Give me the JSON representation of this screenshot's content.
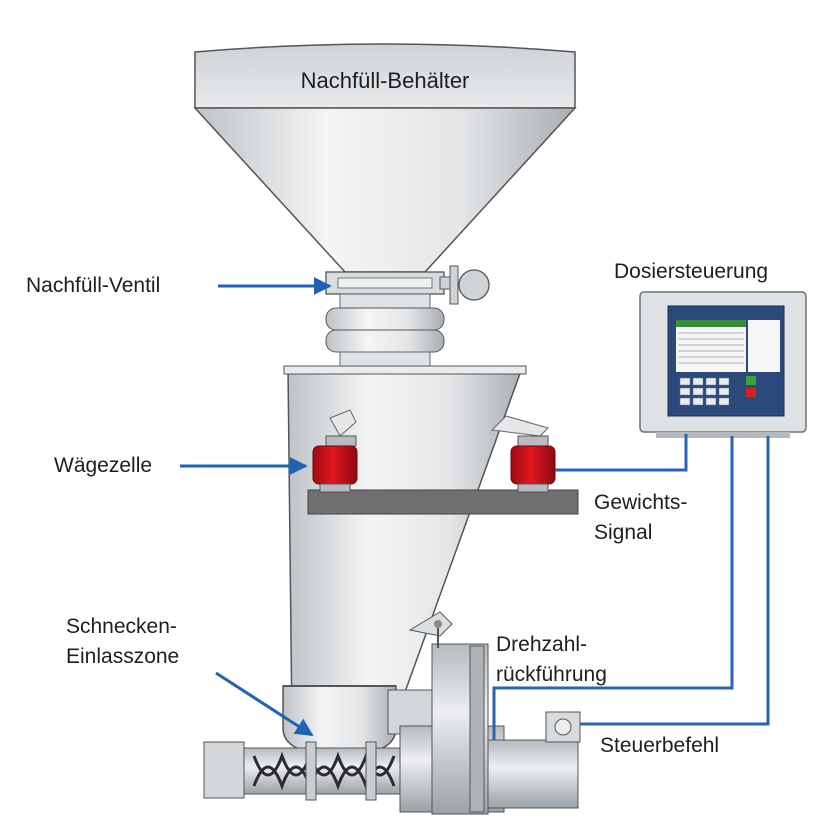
{
  "labels": {
    "refill_hopper": "Nachfüll-Behälter",
    "refill_valve": "Nachfüll-Ventil",
    "load_cell": "Wägezelle",
    "screw_inlet_line1": "Schnecken-",
    "screw_inlet_line2": "Einlasszone",
    "controller": "Dosiersteuerung",
    "weight_signal_line1": "Gewichts-",
    "weight_signal_line2": "Signal",
    "speed_feedback_line1": "Drehzahl-",
    "speed_feedback_line2": "rückführung",
    "control_command": "Steuerbefehl"
  },
  "colors": {
    "arrow": "#1f63b3",
    "signal_line": "#2a63b0",
    "load_cell": "#d0141b",
    "steel_light": "#e6e8ea",
    "steel_dark": "#9aa1a6",
    "frame": "#6e6e6e",
    "screen": "#2b4a7a"
  }
}
